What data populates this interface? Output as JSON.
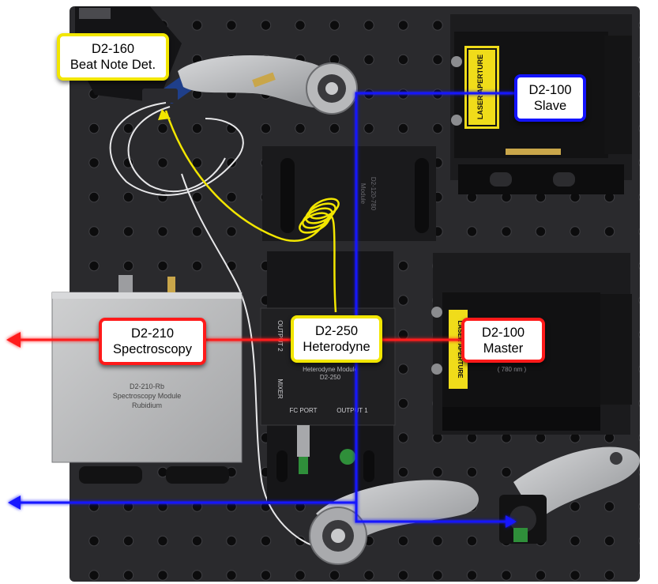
{
  "colors": {
    "yellow": "#f2e600",
    "blue": "#1414ff",
    "red": "#ff1a1a",
    "board": "#2b2b2e",
    "module_dark": "#1c1c1e",
    "module_gray": "#b9babb"
  },
  "labels": {
    "beat_note": {
      "line1": "D2-160",
      "line2": "Beat Note Det."
    },
    "slave": {
      "line1": "D2-100",
      "line2": "Slave"
    },
    "spectroscopy": {
      "line1": "D2-210",
      "line2": "Spectroscopy"
    },
    "heterodyne": {
      "line1": "D2-250",
      "line2": "Heterodyne"
    },
    "master": {
      "line1": "D2-100",
      "line2": "Master"
    }
  },
  "device_text": {
    "spectroscopy_module": {
      "line1": "D2-210-Rb",
      "line2": "Spectroscopy Module",
      "line3": "Rubidium"
    },
    "heterodyne_module": {
      "line1": "Heterodyne Module",
      "line2": "D2-250"
    },
    "heterodyne_ports": {
      "output2": "OUTPUT 2",
      "mixer": "MIXER",
      "fc_port": "FC PORT",
      "output1": "OUTPUT 1"
    },
    "center_module": {
      "line1": "D2-120-780",
      "line2": "Module"
    },
    "laser_aperture": "LASER APERTURE",
    "wavelength": "( 780 nm )"
  },
  "icons": [
    "laser-beam-arrow",
    "fiber-coil",
    "kinematic-mirror-mount",
    "sma-connector",
    "fc-fiber-connector"
  ]
}
